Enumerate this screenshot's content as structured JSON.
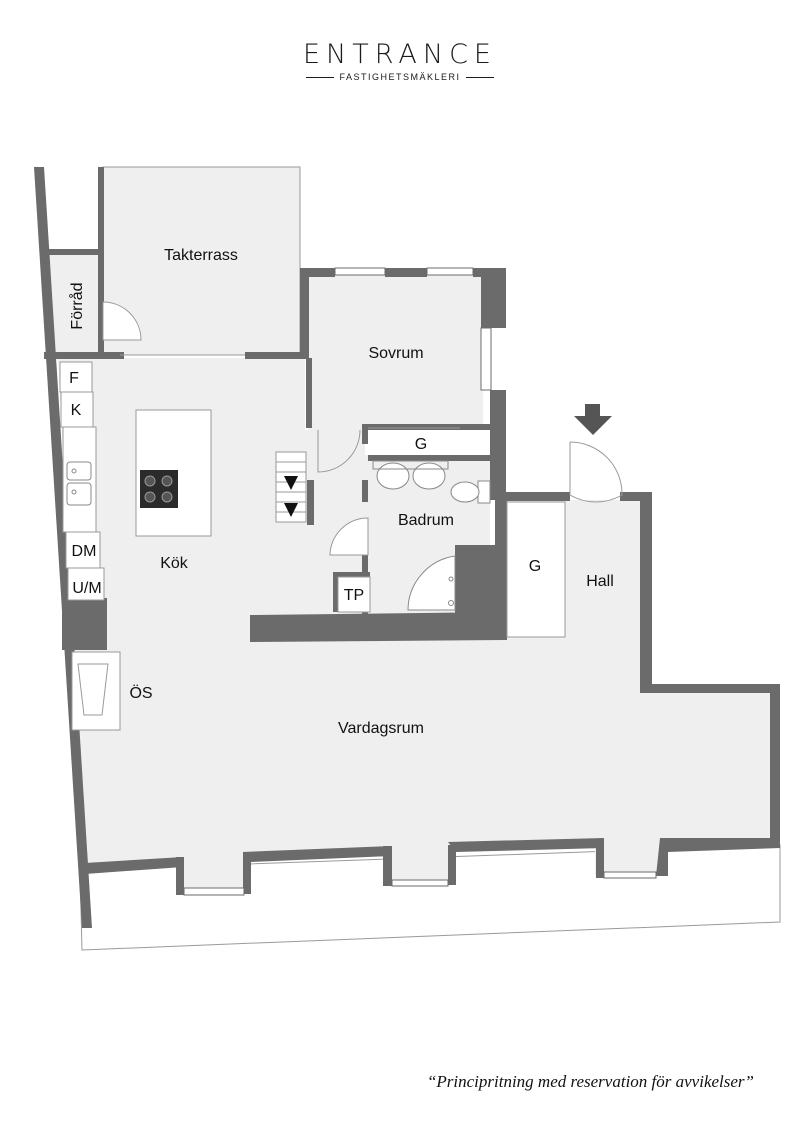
{
  "brand": {
    "name": "ENTRANCE",
    "tagline": "FASTIGHETSMÄKLERI"
  },
  "rooms": {
    "takterrass": "Takterrass",
    "forrad": "Förråd",
    "sovrum": "Sovrum",
    "g_closet_bedroom": "G",
    "badrum": "Badrum",
    "g_closet_hall": "G",
    "hall": "Hall",
    "kok": "Kök",
    "vardagsrum": "Vardagsrum",
    "os": "ÖS",
    "tp": "TP"
  },
  "appliances": {
    "f": "F",
    "k": "K",
    "dm": "DM",
    "um": "U/M"
  },
  "disclaimer": "“Principritning med reservation för avvikelser”",
  "colors": {
    "wall": "#6b6b6b",
    "floor": "#efefef",
    "outline": "#9a9a9a",
    "text": "#111111"
  }
}
